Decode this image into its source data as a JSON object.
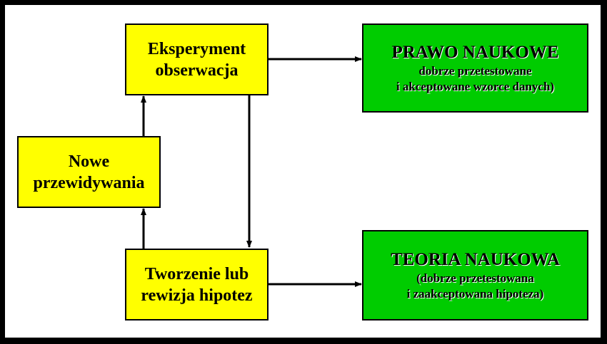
{
  "diagram": {
    "colors": {
      "background": "#000000",
      "panel": "#ffffff",
      "process_box": "#ffff00",
      "result_box": "#00cc00"
    },
    "experiment_box": {
      "line1": "Eksperyment",
      "line2": "obserwacja"
    },
    "predictions_box": {
      "line1": "Nowe",
      "line2": "przewidywania"
    },
    "hypothesis_box": {
      "line1": "Tworzenie lub",
      "line2": "rewizja hipotez"
    },
    "law_box": {
      "title": "PRAWO NAUKOWE",
      "line1": "dobrze przetestowane",
      "line2": "i akceptowane wzorce danych)"
    },
    "theory_box": {
      "title": "TEORIA NAUKOWA",
      "line1": "(dobrze przetestowana",
      "line2": "i zaakceptowana hipoteza)"
    }
  }
}
